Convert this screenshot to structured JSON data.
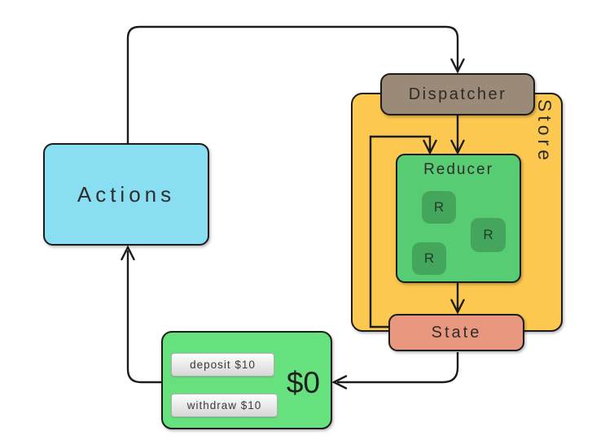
{
  "colors": {
    "actions_bg": "#8adef2",
    "store_bg": "#fcc850",
    "dispatcher_bg": "#9b8a78",
    "reducer_bg": "#58cc72",
    "reducer_unit_bg": "#43a65c",
    "state_bg": "#e9977e",
    "view_bg": "#67e07e",
    "line": "#1c1c1c"
  },
  "nodes": {
    "actions": {
      "label": "Actions"
    },
    "dispatcher": {
      "label": "Dispatcher"
    },
    "store": {
      "label": "Store"
    },
    "reducer": {
      "label": "Reducer",
      "units": [
        "R",
        "R",
        "R"
      ]
    },
    "state": {
      "label": "State"
    },
    "view": {
      "balance": "$0",
      "buttons": [
        {
          "label": "deposit $10"
        },
        {
          "label": "withdraw $10"
        }
      ]
    }
  }
}
